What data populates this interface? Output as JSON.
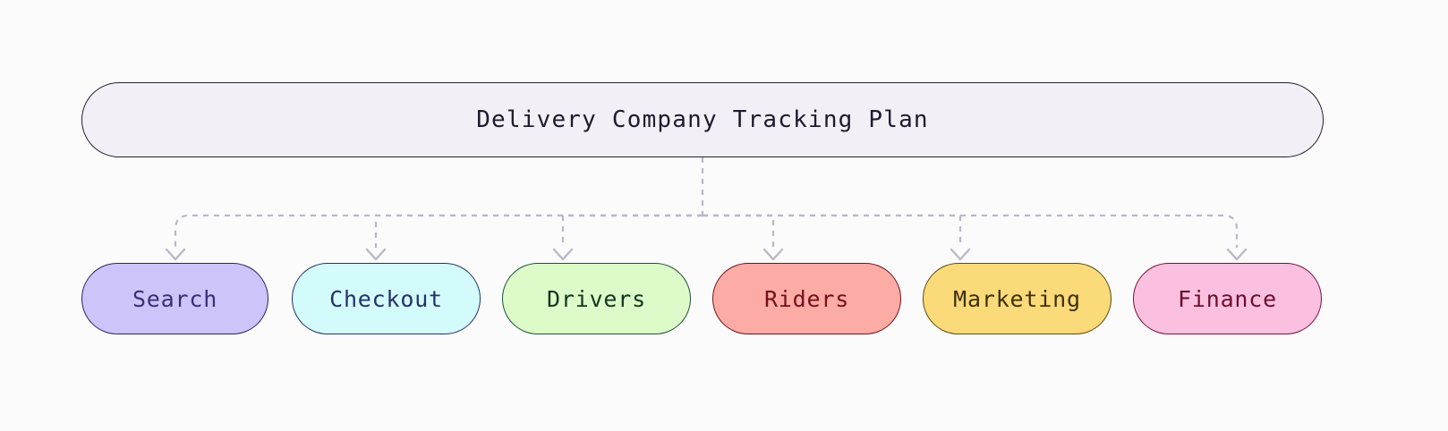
{
  "diagram": {
    "kind": "tree-flowchart",
    "background_color": "#fbfbfb",
    "connector_color": "#b9b8c6",
    "connector_style": "dashed-orthogonal-with-chevron-arrows",
    "root": {
      "label": "Delivery Company Tracking Plan",
      "fill": "#f2f0f6",
      "border": "#232034",
      "text_color": "#1d1b2c"
    },
    "children": [
      {
        "label": "Search",
        "fill": "#cdc4fa",
        "border": "#2b2363",
        "text_color": "#3a2f75"
      },
      {
        "label": "Checkout",
        "fill": "#d4fbfb",
        "border": "#23316b",
        "text_color": "#23316b"
      },
      {
        "label": "Drivers",
        "fill": "#dcfbc8",
        "border": "#1d5136",
        "text_color": "#12351f"
      },
      {
        "label": "Riders",
        "fill": "#fcaba5",
        "border": "#74101d",
        "text_color": "#74101d"
      },
      {
        "label": "Marketing",
        "fill": "#fbda79",
        "border": "#5c4a10",
        "text_color": "#3d3108"
      },
      {
        "label": "Finance",
        "fill": "#fbc0e0",
        "border": "#78103c",
        "text_color": "#6d0e2c"
      }
    ]
  }
}
